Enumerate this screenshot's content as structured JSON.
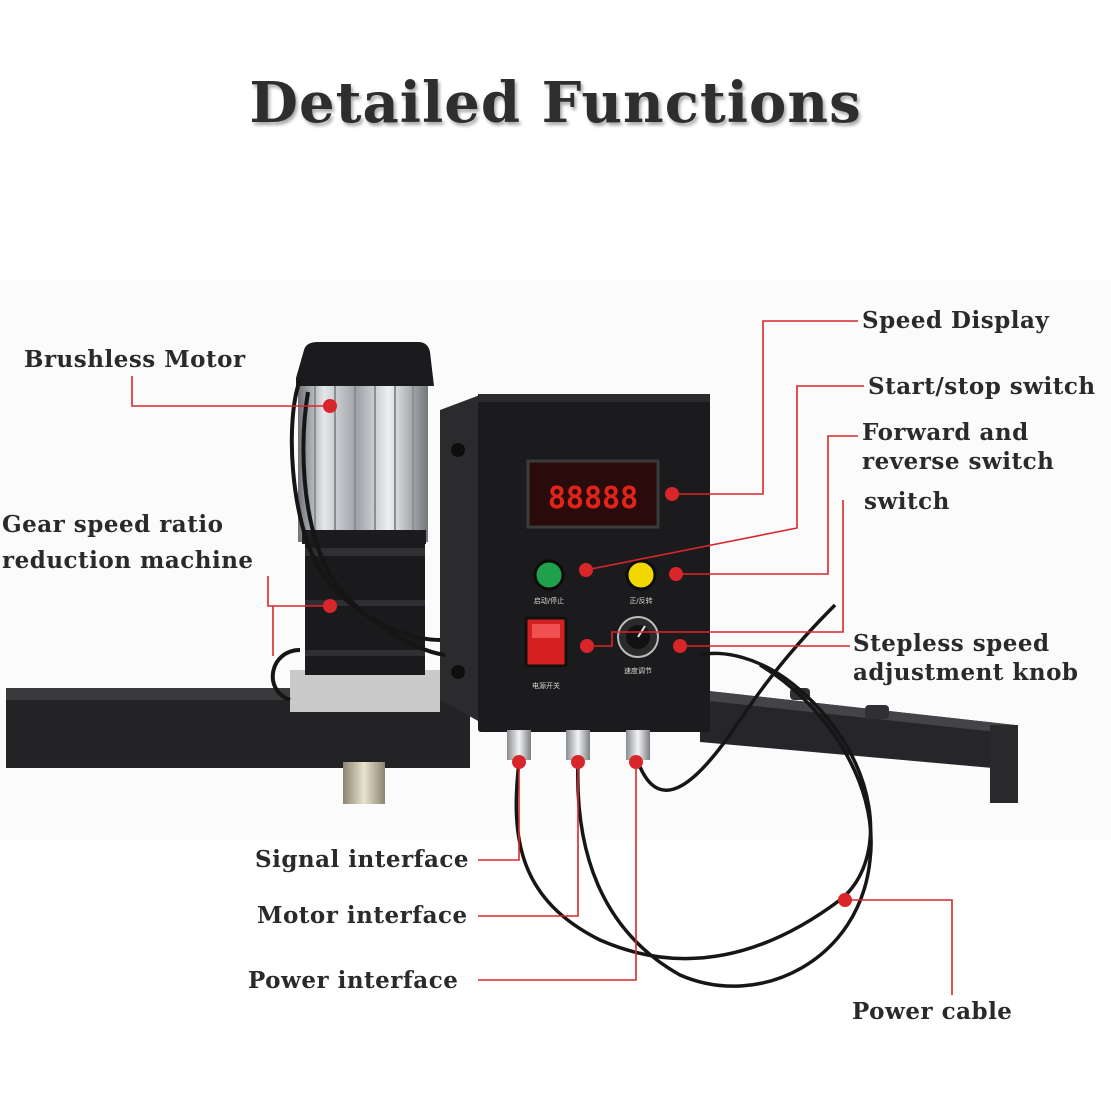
{
  "title": "Detailed Functions",
  "labels": {
    "brushless_motor": "Brushless Motor",
    "gear_line1": "Gear speed ratio",
    "gear_line2": "reduction machine",
    "speed_display": "Speed Display",
    "start_stop": "Start/stop switch",
    "fwd_rev_line1": "Forward and",
    "fwd_rev_line2": "reverse switch",
    "switch": "switch",
    "knob_line1": "Stepless speed",
    "knob_line2": "adjustment knob",
    "signal_interface": "Signal interface",
    "motor_interface": "Motor interface",
    "power_interface": "Power interface",
    "power_cable": "Power cable"
  },
  "controller_text": {
    "display_digits": "88888",
    "start_stop_caption": "启动/停止",
    "fwd_rev_caption": "正/反转",
    "power_caption": "电源开关",
    "speed_caption": "速度调节"
  },
  "colors": {
    "callout_red": "#d9262b",
    "label_text": "#2a2a2a",
    "controller_box": "#1b1b1d",
    "display_digits": "#e2231a",
    "green_button": "#1fa04a",
    "yellow_button": "#f2d600",
    "power_switch": "#d42020"
  }
}
